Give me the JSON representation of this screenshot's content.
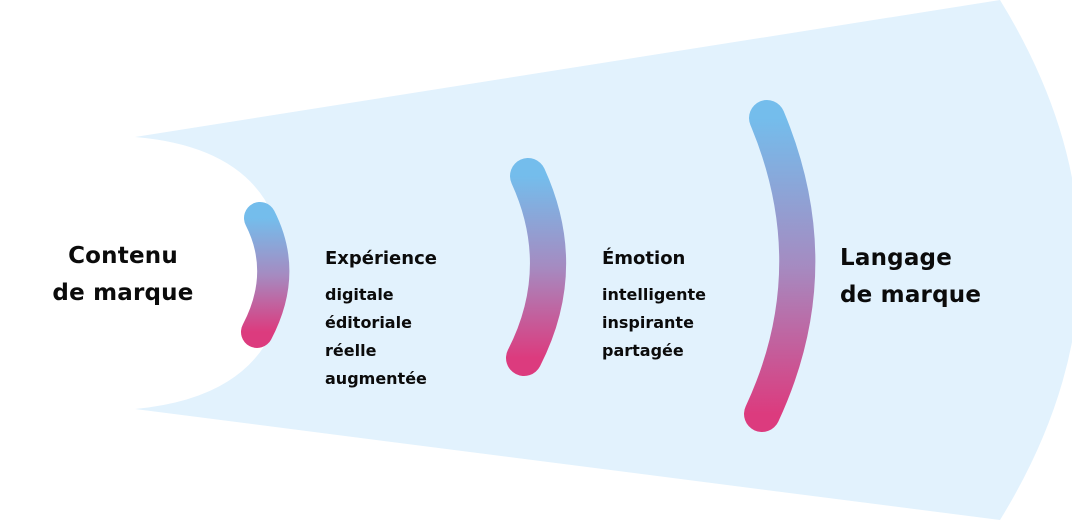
{
  "diagram": {
    "colors": {
      "wedge_fill": "#e2f2fd",
      "background": "#ffffff",
      "gradient_top": "#74bdec",
      "gradient_mid": "#a58bc1",
      "gradient_bottom": "#dc3b7e",
      "text": "#0b0b0b"
    },
    "start_label": {
      "line1": "Contenu",
      "line2": "de marque"
    },
    "end_label": {
      "line1": "Langage",
      "line2": "de marque"
    },
    "stages": [
      {
        "title": "Expérience",
        "items": [
          "digitale",
          "éditoriale",
          "réelle",
          "augmentée"
        ]
      },
      {
        "title": "Émotion",
        "items": [
          "intelligente",
          "inspirante",
          "partagée"
        ]
      }
    ],
    "arcs": [
      {
        "name": "arc-small"
      },
      {
        "name": "arc-medium"
      },
      {
        "name": "arc-large"
      }
    ]
  }
}
